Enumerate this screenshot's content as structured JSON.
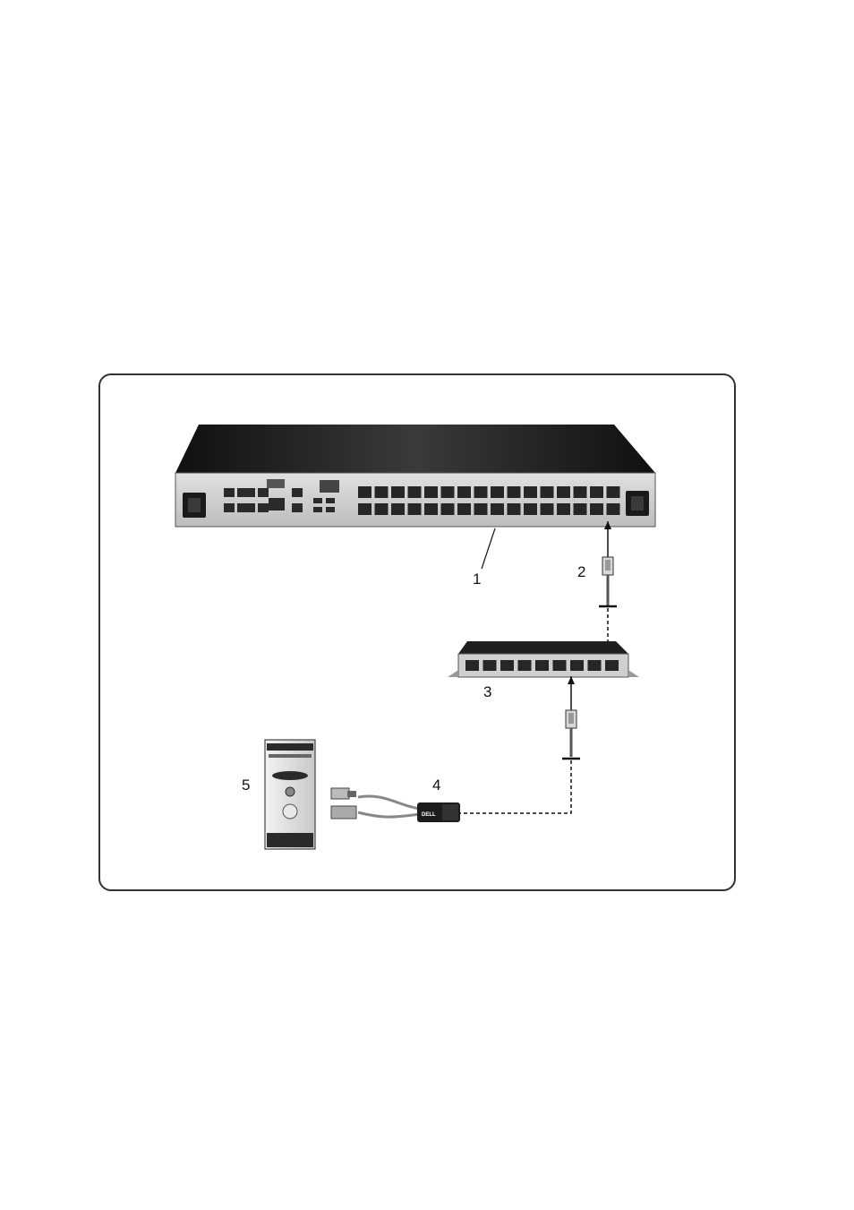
{
  "figure": {
    "callouts": [
      {
        "id": "1",
        "text": "1"
      },
      {
        "id": "2",
        "text": "2"
      },
      {
        "id": "3",
        "text": "3"
      },
      {
        "id": "4",
        "text": "4"
      },
      {
        "id": "5",
        "text": "5"
      }
    ],
    "dongle_logo": "DELL",
    "colors": {
      "device_dark": "#1c1c1c",
      "panel": "#cfcfcf",
      "frame": "#333333"
    }
  }
}
